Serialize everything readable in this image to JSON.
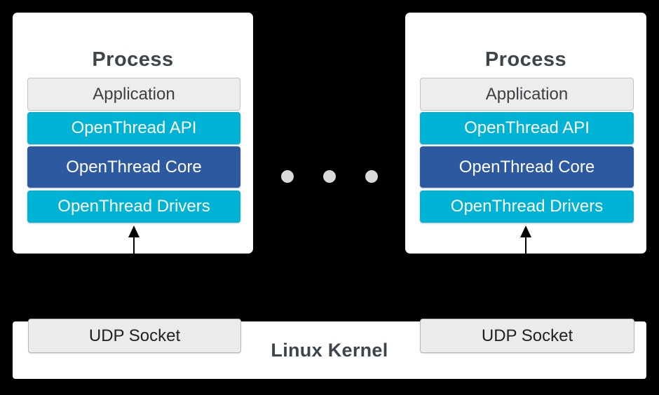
{
  "diagram": {
    "type": "architecture-diagram",
    "description": "Two OpenThread processes communicating with the Linux Kernel via UDP sockets"
  },
  "colors": {
    "background": "#000000",
    "panel": "#ffffff",
    "cyan": "#00b2d4",
    "blue": "#2d59a0",
    "heading_text": "#3c444c",
    "application_fill": "#ededed",
    "application_border": "#c2c2c2",
    "application_text": "#3c4043",
    "layer_text": "#ffffff",
    "udp_fill": "#ebebeb",
    "udp_border": "#b9b9b9",
    "udp_text": "#202124",
    "dot": "#d9d9d9",
    "arrow": "#000000"
  },
  "processes": [
    {
      "title": "Process",
      "layers": [
        {
          "label": "Application",
          "style": "app"
        },
        {
          "label": "OpenThread API",
          "style": "cyan"
        },
        {
          "label": "OpenThread Core",
          "style": "blue"
        },
        {
          "label": "OpenThread Drivers",
          "style": "cyan"
        }
      ]
    },
    {
      "title": "Process",
      "layers": [
        {
          "label": "Application",
          "style": "app"
        },
        {
          "label": "OpenThread API",
          "style": "cyan"
        },
        {
          "label": "OpenThread Core",
          "style": "blue"
        },
        {
          "label": "OpenThread Drivers",
          "style": "cyan"
        }
      ]
    }
  ],
  "ellipsis": {
    "dot_count": 3
  },
  "kernel": {
    "label": "Linux Kernel",
    "sockets": [
      {
        "label": "UDP Socket"
      },
      {
        "label": "UDP Socket"
      }
    ]
  }
}
